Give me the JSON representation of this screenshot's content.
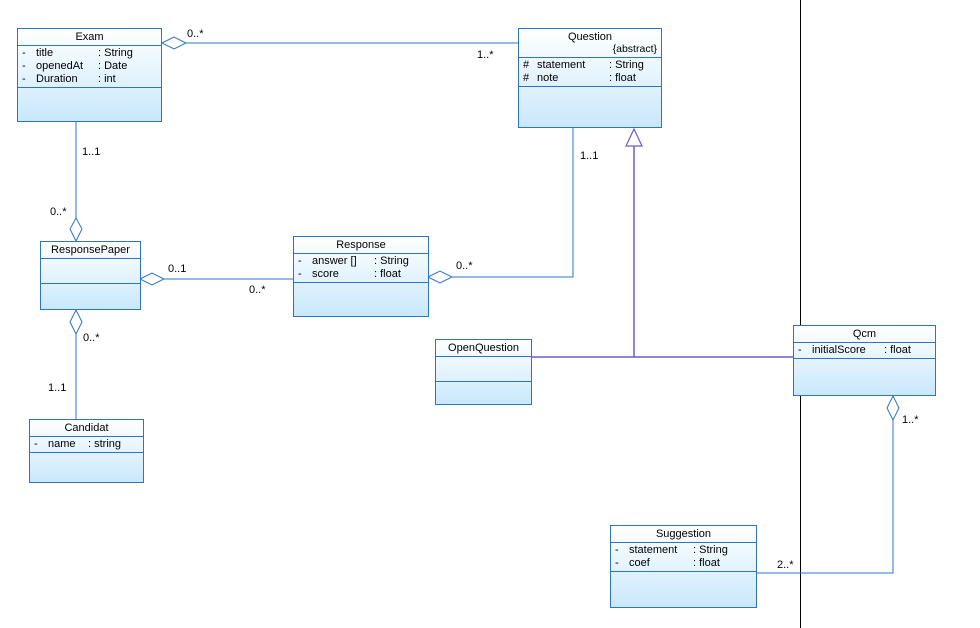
{
  "classes": {
    "exam": {
      "name": "Exam",
      "attrs": [
        {
          "vis": "-",
          "name": "title",
          "type": ": String"
        },
        {
          "vis": "-",
          "name": "openedAt",
          "type": ": Date"
        },
        {
          "vis": "-",
          "name": "Duration",
          "type": ": int"
        }
      ]
    },
    "question": {
      "name": "Question",
      "stereotype": "{abstract}",
      "attrs": [
        {
          "vis": "#",
          "name": "statement",
          "type": ": String"
        },
        {
          "vis": "#",
          "name": "note",
          "type": ": float"
        }
      ]
    },
    "response_paper": {
      "name": "ResponsePaper",
      "attrs": []
    },
    "response": {
      "name": "Response",
      "attrs": [
        {
          "vis": "-",
          "name": "answer []",
          "type": ": String"
        },
        {
          "vis": "-",
          "name": "score",
          "type": ": float"
        }
      ]
    },
    "candidat": {
      "name": "Candidat",
      "attrs": [
        {
          "vis": "-",
          "name": "name",
          "type": ": string"
        }
      ]
    },
    "open_question": {
      "name": "OpenQuestion",
      "attrs": []
    },
    "qcm": {
      "name": "Qcm",
      "attrs": [
        {
          "vis": "-",
          "name": "initialScore",
          "type": ": float"
        }
      ]
    },
    "suggestion": {
      "name": "Suggestion",
      "attrs": [
        {
          "vis": "-",
          "name": "statement",
          "type": ": String"
        },
        {
          "vis": "-",
          "name": "coef",
          "type": ": float"
        }
      ]
    }
  },
  "multiplicities": {
    "exam_question_exam": "0..*",
    "exam_question_question": "1..*",
    "exam_paper_exam": "1..1",
    "exam_paper_paper": "0..*",
    "paper_response_paper": "0..1",
    "paper_response_response": "0..*",
    "question_response_question": "1..1",
    "question_response_response": "0..*",
    "paper_candidat_paper": "0..*",
    "paper_candidat_candidat": "1..1",
    "qcm_suggestion_qcm": "1..*",
    "qcm_suggestion_suggestion": "2..*"
  },
  "colors": {
    "line": "#2b74c9",
    "generalization": "#6a5acd",
    "border": "#2b74c9",
    "divider": "#000000"
  }
}
